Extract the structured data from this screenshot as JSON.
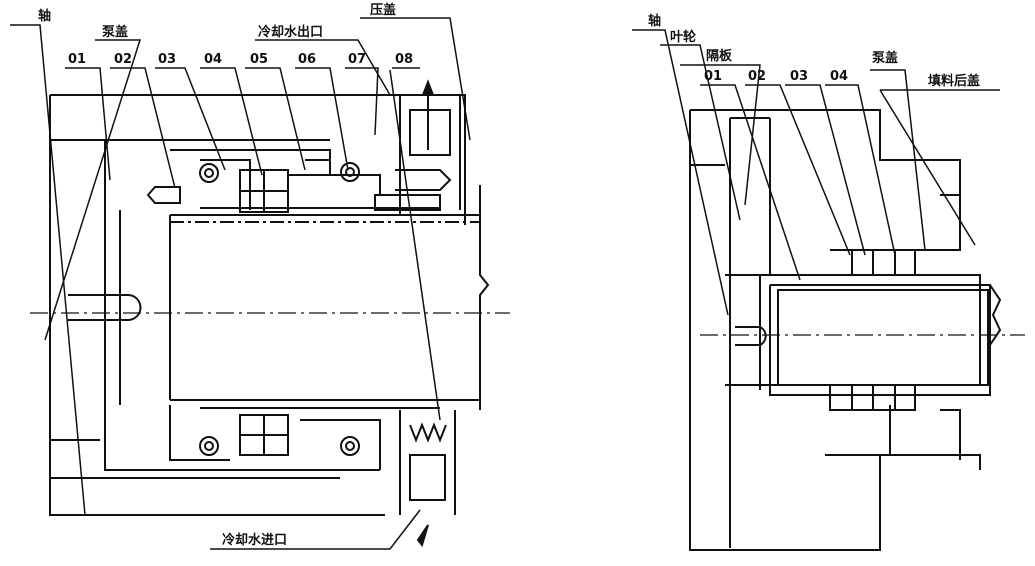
{
  "left": {
    "shaft": "轴",
    "pump_cover": "泵盖",
    "coolant_outlet": "冷却水出口",
    "gland": "压盖",
    "coolant_inlet": "冷却水进口",
    "parts": [
      "01",
      "02",
      "03",
      "04",
      "05",
      "06",
      "07",
      "08"
    ]
  },
  "right": {
    "shaft": "轴",
    "impeller": "叶轮",
    "partition": "隔板",
    "pump_cover": "泵盖",
    "packing_back_cover": "填料后盖",
    "parts": [
      "01",
      "02",
      "03",
      "04"
    ]
  }
}
